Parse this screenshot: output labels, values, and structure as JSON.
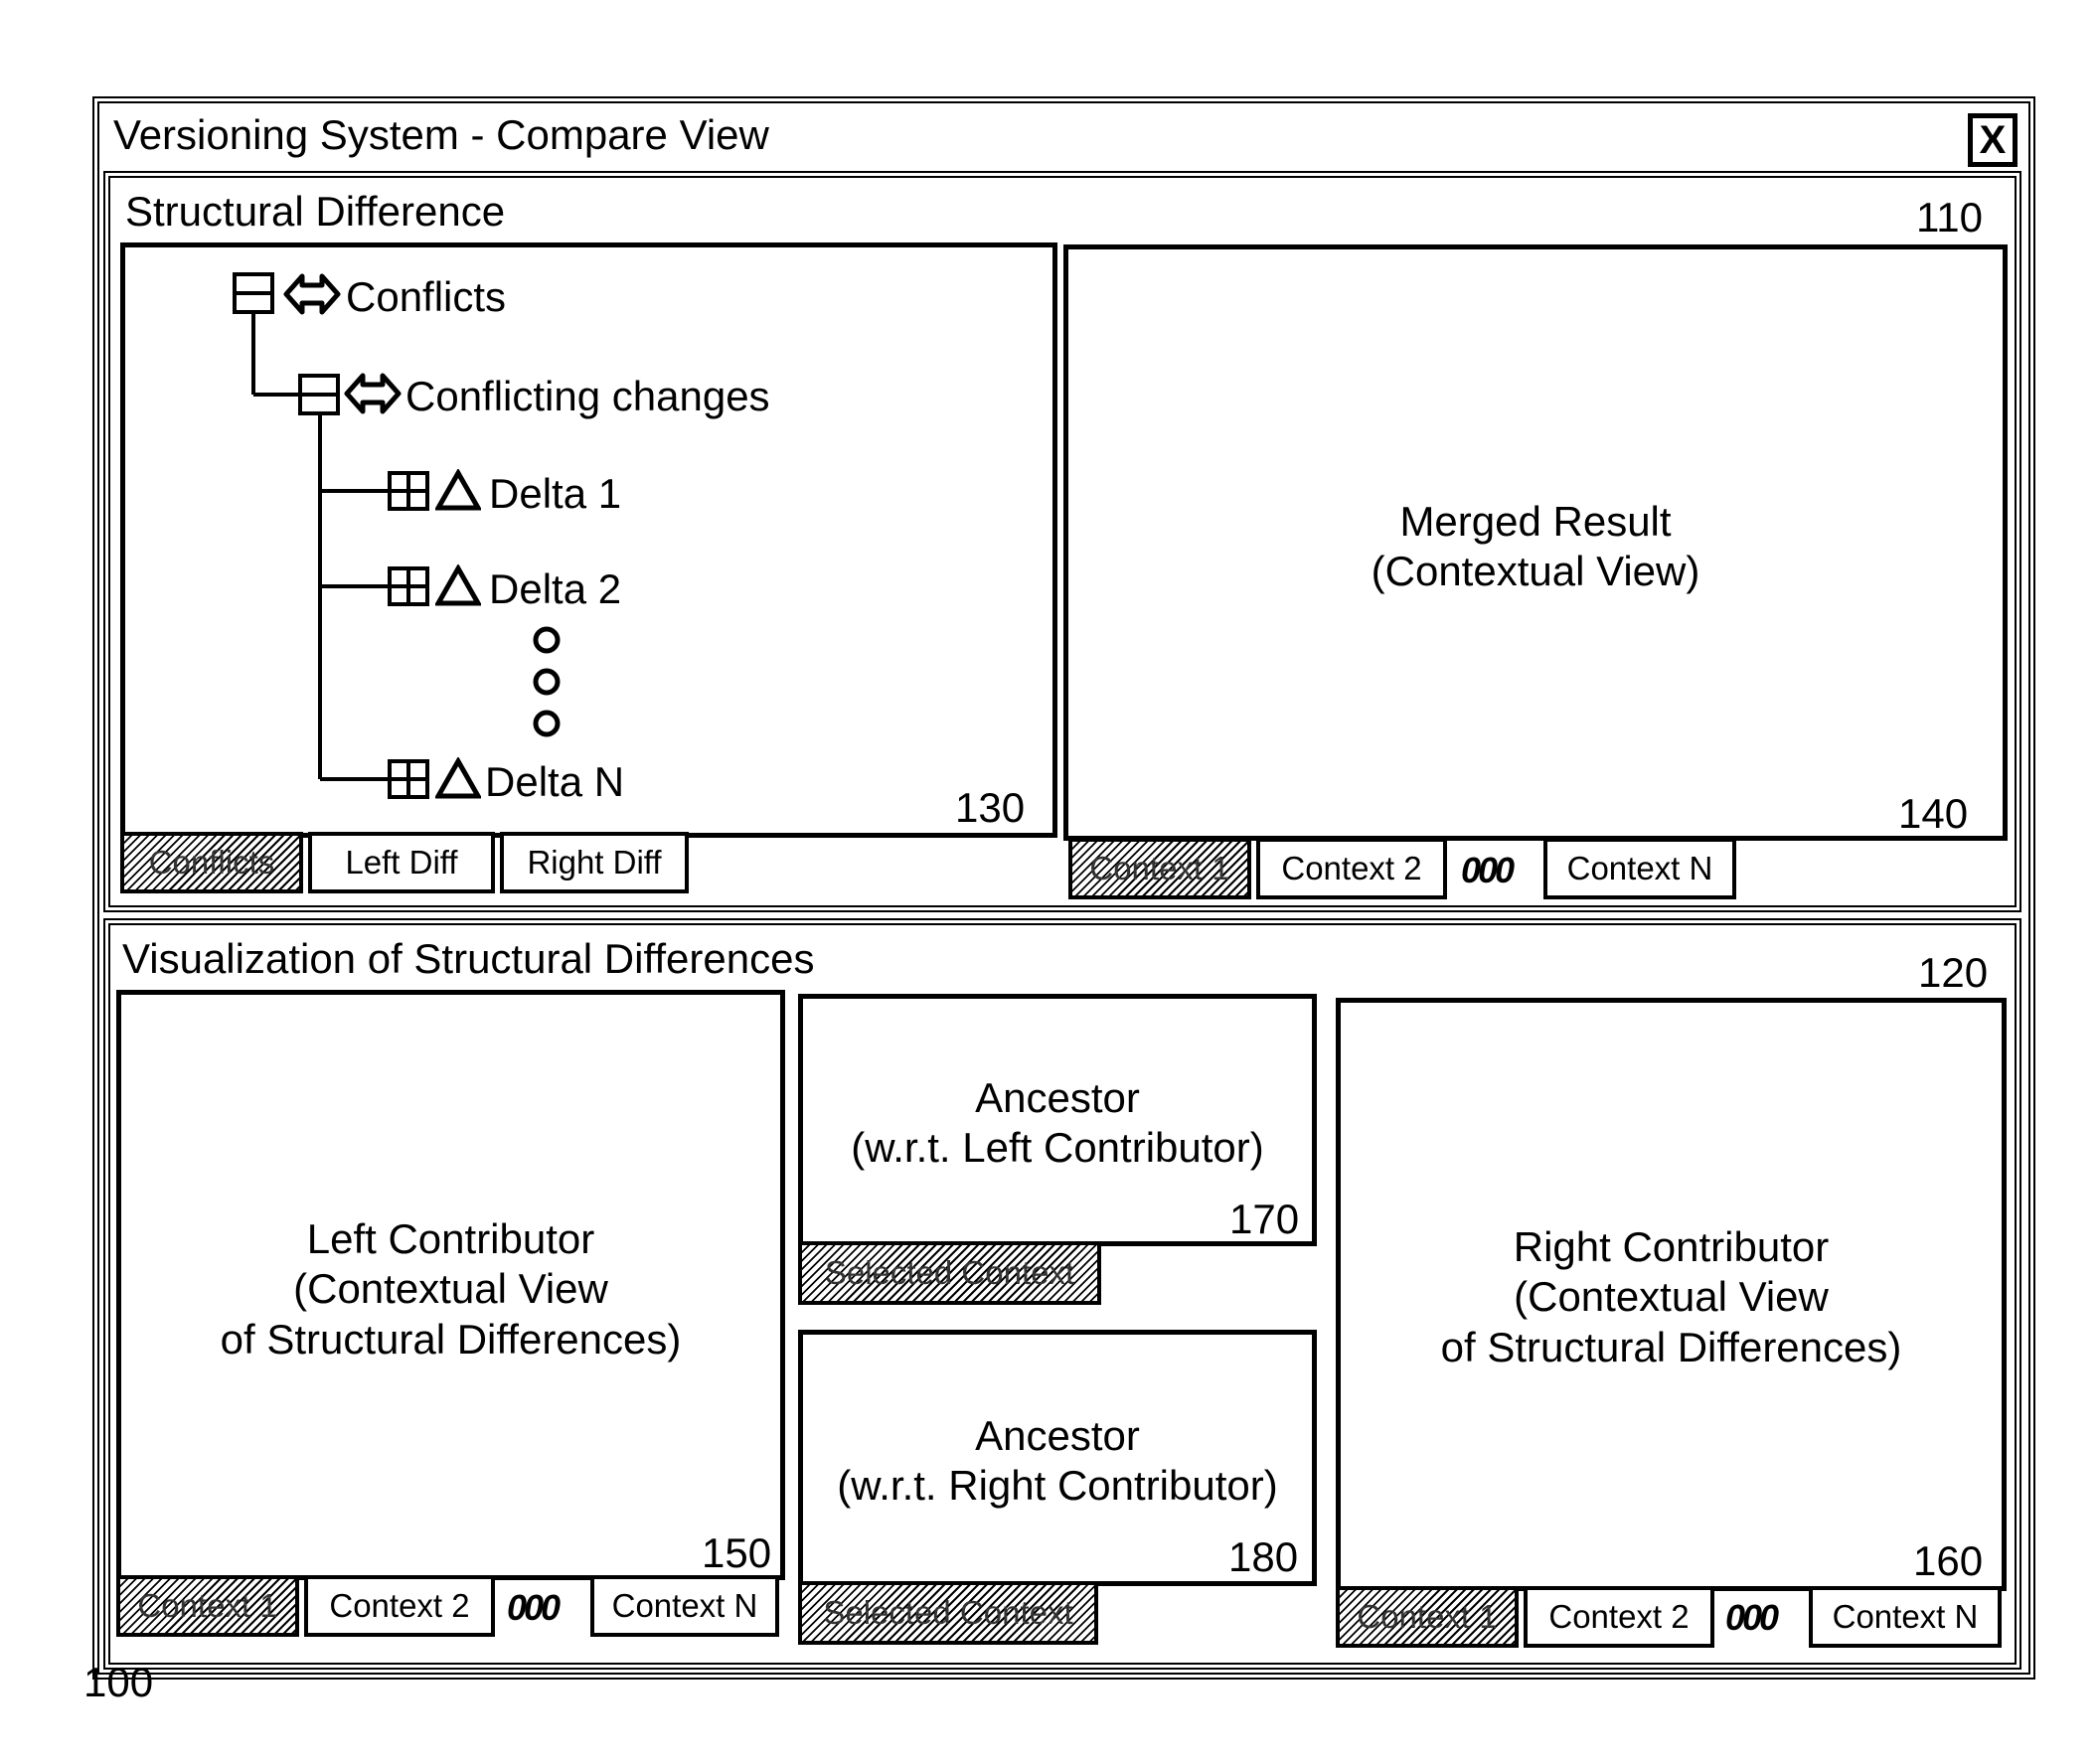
{
  "window": {
    "title": "Versioning System - Compare View",
    "close_glyph": "X",
    "ref": "100"
  },
  "structural_panel": {
    "title": "Structural Difference",
    "ref": "110",
    "tree": {
      "ref": "130",
      "root_label": "Conflicts",
      "child_label": "Conflicting changes",
      "deltas": [
        "Delta 1",
        "Delta 2",
        "Delta N"
      ],
      "icons": [
        "collapse-box-icon",
        "bidirectional-arrow-icon",
        "expand-box-icon",
        "delta-triangle-icon"
      ]
    },
    "tree_tabs": [
      "Conflicts",
      "Left Diff",
      "Right Diff"
    ],
    "merged": {
      "line1": "Merged Result",
      "line2": "(Contextual View)",
      "ref": "140"
    },
    "merged_tabs": [
      "Context 1",
      "Context 2",
      "Context N"
    ],
    "more_glyph": "000"
  },
  "visualization_panel": {
    "title": "Visualization of Structural Differences",
    "ref": "120",
    "left": {
      "line1": "Left Contributor",
      "line2": "(Contextual View",
      "line3": "of Structural Differences)",
      "ref": "150"
    },
    "left_tabs": [
      "Context 1",
      "Context 2",
      "Context N"
    ],
    "ancestor_left": {
      "line1": "Ancestor",
      "line2": "(w.r.t. Left Contributor)",
      "ref": "170",
      "tab": "Selected Context"
    },
    "ancestor_right": {
      "line1": "Ancestor",
      "line2": "(w.r.t. Right Contributor)",
      "ref": "180",
      "tab": "Selected Context"
    },
    "right": {
      "line1": "Right Contributor",
      "line2": "(Contextual View",
      "line3": "of Structural Differences)",
      "ref": "160"
    },
    "right_tabs": [
      "Context 1",
      "Context 2",
      "Context N"
    ],
    "more_glyph": "000"
  }
}
